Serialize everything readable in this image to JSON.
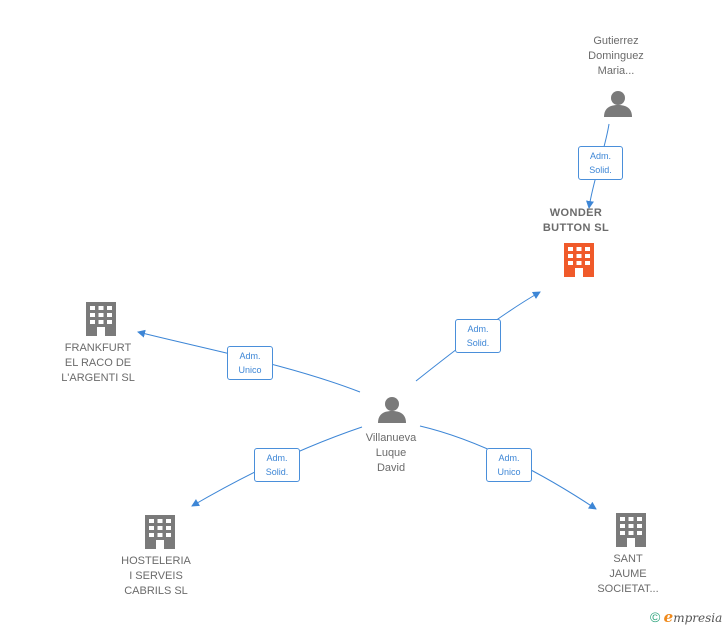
{
  "nodes": {
    "gutierrez": {
      "label": "Gutierrez\nDominguez\nMaria...",
      "icon": "person-icon"
    },
    "wonder": {
      "label": "WONDER\nBUTTON SL",
      "icon": "building-icon",
      "color": "#f05a2a"
    },
    "frankfurt": {
      "label": "FRANKFURT\nEL RACO DE\nL'ARGENTI SL",
      "icon": "building-icon"
    },
    "villanueva": {
      "label": "Villanueva\nLuque\nDavid",
      "icon": "person-icon"
    },
    "hosteleria": {
      "label": "HOSTELERIA\nI SERVEIS\nCABRILS SL",
      "icon": "building-icon"
    },
    "sant_jaume": {
      "label": "SANT\nJAUME\nSOCIETAT...",
      "icon": "building-icon"
    }
  },
  "relations": {
    "gutierrez_wonder": "Adm.\nSolid.",
    "villanueva_wonder": "Adm.\nSolid.",
    "villanueva_frankfurt": "Adm.\nUnico",
    "villanueva_hosteleria": "Adm.\nSolid.",
    "villanueva_sant_jaume": "Adm.\nUnico"
  },
  "colors": {
    "edge": "#3d86d6",
    "icon_gray": "#7a7a7a",
    "icon_focus": "#f05a2a"
  },
  "brand": {
    "copyright": "©",
    "e": "e",
    "rest": "mpresia"
  }
}
